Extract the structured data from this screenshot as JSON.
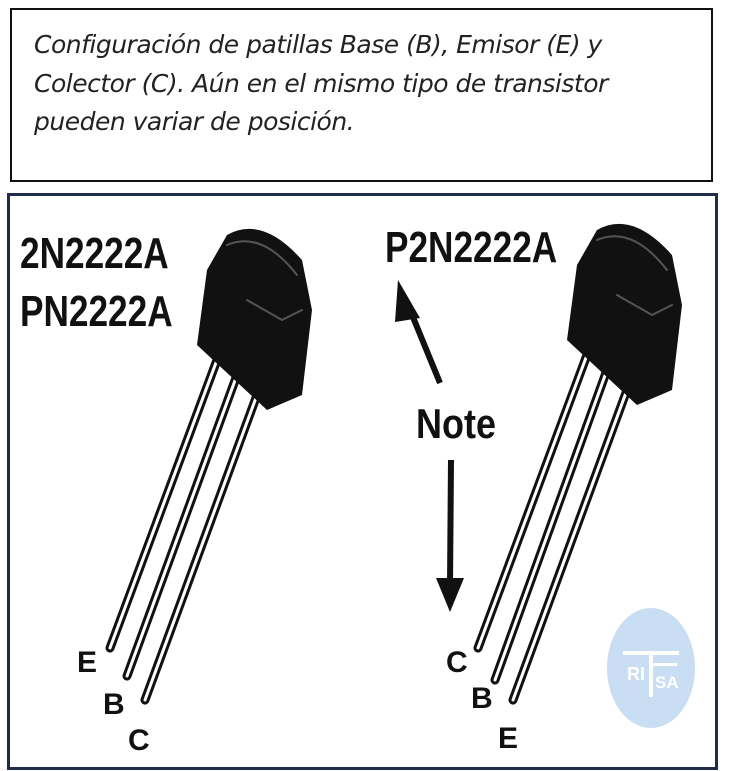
{
  "caption": "Configuración de patillas Base (B), Emisor (E) y Colector (C). Aún en el mismo tipo de transistor pueden variar de posición.",
  "left_transistor": {
    "part_numbers": [
      "2N2222A",
      "PN2222A"
    ],
    "pins": [
      "E",
      "B",
      "C"
    ]
  },
  "right_transistor": {
    "part_numbers": [
      "P2N2222A"
    ],
    "pins": [
      "C",
      "B",
      "E"
    ]
  },
  "note_label": "Note",
  "watermark": "RITSA",
  "colors": {
    "border": "#1f2d4a",
    "watermark": "#c9def3"
  }
}
